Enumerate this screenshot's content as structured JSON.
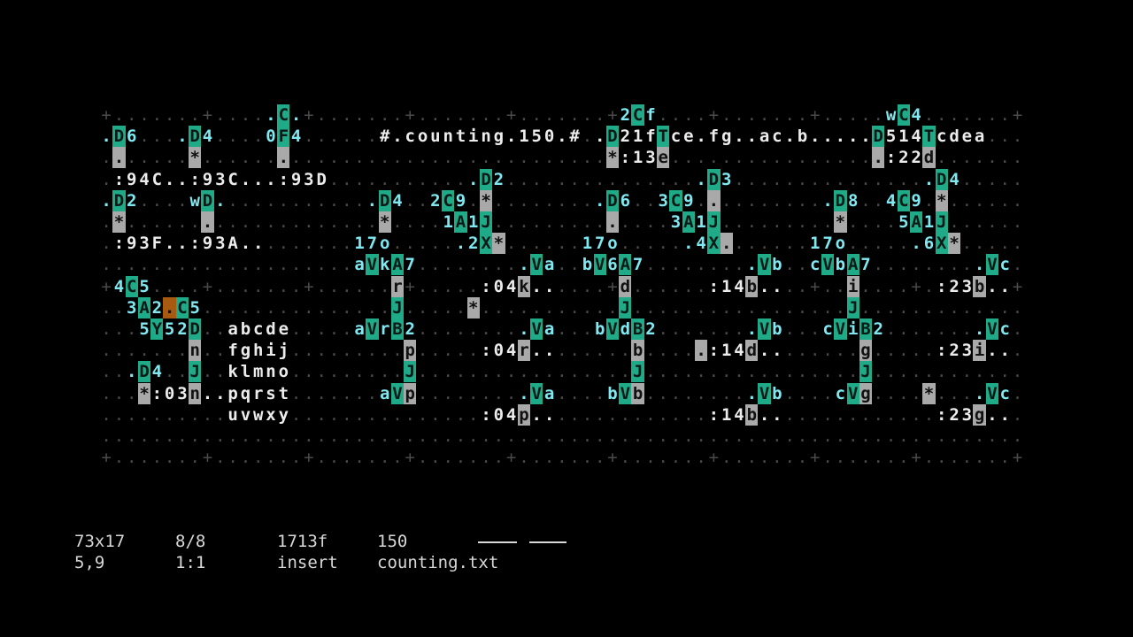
{
  "window": {
    "title": "counting.txt"
  },
  "grid": {
    "cols": 73,
    "rows": [
      [
        "+",
        "",
        0
      ],
      [
        ".D6  .D4    0F4.......#.counting.150.#..D21fTce.fg..ac.b.....D514Tcdea....",
        "",
        0
      ],
      [
        "..................................................................",
        "",
        0
      ],
      [
        " :94C..:93C...:93D...........D2..............D3..............D4.........",
        "",
        0
      ],
      [
        ".D2   wD.        .D4   2C9.          .D6   3C9.          .D8   4C9.       ",
        "",
        0
      ],
      [
        "                   .       1A1J         .      3A1J         .      5A1J     ",
        "",
        0
      ],
      [
        " :93F...:93A...   17o  ..2X*      17o  ..4X.      17o  ..6X*      ",
        "",
        0
      ]
    ]
  },
  "status": {
    "dims": "73x17",
    "pos": "5,9",
    "frame": "8/8",
    "zoom": "1:1",
    "hex": "1713f",
    "mode": "insert",
    "bpm": "150",
    "file": "counting.txt"
  }
}
